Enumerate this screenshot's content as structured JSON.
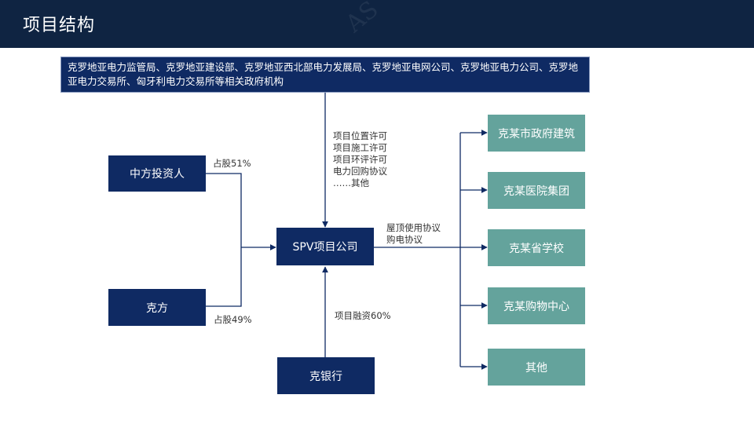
{
  "header": {
    "title": "项目结构",
    "watermark": "AS"
  },
  "diagram": {
    "government": "克罗地亚电力监管局、克罗地亚建设部、克罗地亚西北部电力发展局、克罗地亚电网公司、克罗地亚电力公司、克罗地亚电力交易所、匈牙利电力交易所等相关政府机构",
    "permits": [
      "项目位置许可",
      "项目施工许可",
      "项目环评许可",
      "电力回购协议",
      "……其他"
    ],
    "chinese_investor": "中方投资人",
    "chinese_share": "占股51%",
    "croatian_party": "克方",
    "croatian_share": "占股49%",
    "spv": "SPV项目公司",
    "agreements": [
      "屋顶使用协议",
      "购电协议"
    ],
    "bank": "克银行",
    "financing": "项目融资60%",
    "customers": [
      "克某市政府建筑",
      "克某医院集团",
      "克某省学校",
      "克某购物中心",
      "其他"
    ]
  },
  "colors": {
    "header_bg": "#0f2442",
    "box_dark": "#0f2a63",
    "box_teal": "#64a39c",
    "line": "#0f2a63"
  }
}
